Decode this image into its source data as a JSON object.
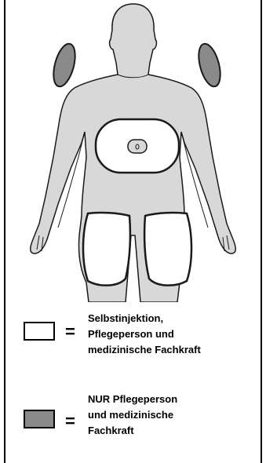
{
  "legend": {
    "self_injection": {
      "line1": "Selbstinjektion,",
      "line2": "Pflegeperson und",
      "line3": "medizinische Fachkraft",
      "swatch_color": "#ffffff"
    },
    "caregiver_only": {
      "line1": "NUR Pflegeperson",
      "line2": "und medizinische",
      "line3": "Fachkraft",
      "swatch_color": "#8a8a8a"
    },
    "equals": "="
  },
  "colors": {
    "body_fill": "#d8d8d8",
    "outline": "#1a1a1a",
    "arm_zone": "#8a8a8a",
    "white_zone": "#ffffff"
  }
}
